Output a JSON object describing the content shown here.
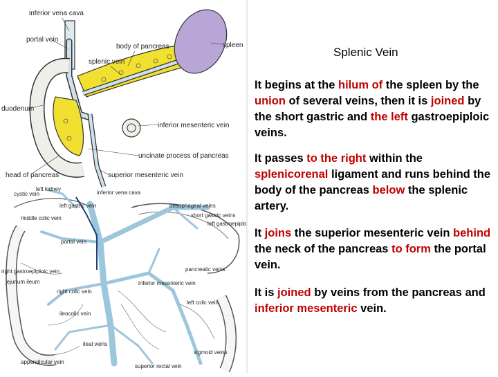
{
  "slide": {
    "title": "Splenic Vein",
    "paragraphs": [
      [
        "It begins at the ",
        "hilum of",
        " the spleen by the ",
        "union",
        " of several veins, then it is ",
        "joined",
        " by the short gastric and ",
        "the left",
        " gastroepiploic veins."
      ],
      [
        "It passes ",
        "to the right",
        " within the ",
        "splenicorenal",
        " ligament and runs behind the body of the  pancreas ",
        "below",
        " the splenic artery."
      ],
      [
        "It ",
        "joins",
        " the superior mesenteric vein ",
        "behind",
        " the neck of the pancreas ",
        "to form",
        " the portal vein."
      ],
      [
        "It is ",
        "joined",
        " by veins from the pancreas and ",
        "inferior mesenteric",
        " vein."
      ]
    ]
  },
  "diagram_top": {
    "labels": {
      "ivc": "inferior vena cava",
      "portal": "portal vein",
      "body_pancreas": "body of pancreas",
      "spleen": "spleen",
      "splenic": "splenic vein",
      "duodenum": "duodenum",
      "ima": "inferior mesenteric vein",
      "uncinate": "uncinate process of pancreas",
      "head": "head of pancreas",
      "sma": "superior mesenteric vein"
    }
  },
  "diagram_bottom": {
    "labels": {
      "ivc": "inferior vena cava",
      "left_kidney": "left kidney",
      "cystic": "cystic vein",
      "esophageal": "oesophageal veins",
      "left_gastric": "left gastric vein",
      "short_gastric": "short gastric veins",
      "left_gastroepiploic": "left gastroepiploic",
      "middle_colic": "middle colic vein",
      "portal": "portal vein",
      "right_gastroepiploic": "right gastroepiploic vein",
      "pancreatic": "pancreatic veins",
      "jejunum": "jejunum ileum",
      "right_colic": "right colic vein",
      "ima": "inferior mesenteric vein",
      "ileocolic": "ileocolic vein",
      "left_colic": "left colic vein",
      "appendicular": "appendicular vein",
      "ileal": "ileal veins",
      "sigmoid": "sigmoid veins",
      "superior_rectal": "superior rectal vein"
    }
  },
  "colors": {
    "highlight": "#c00000",
    "pancreas": "#f2e030",
    "spleen": "#b7a6d6",
    "vein": "#9cc6dc"
  }
}
